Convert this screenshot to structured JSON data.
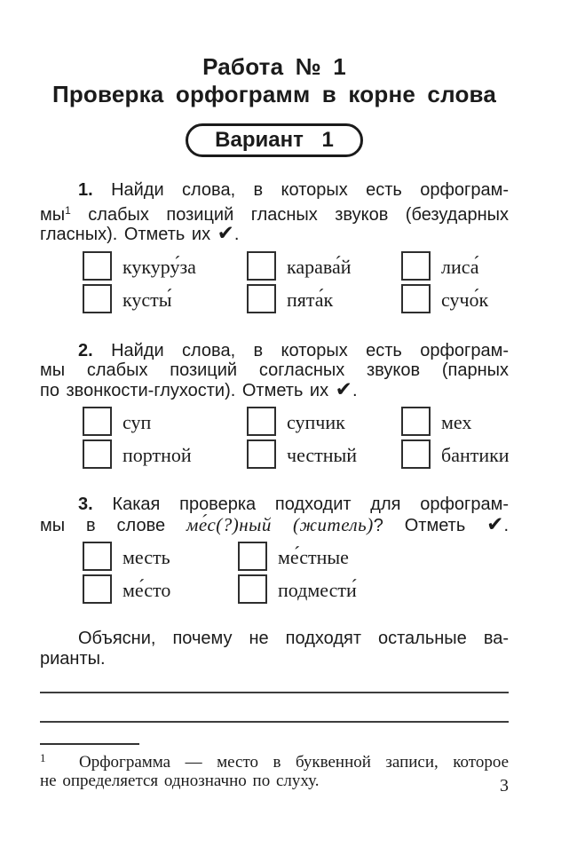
{
  "page": {
    "number": "3"
  },
  "title": {
    "line1": "Работа № 1",
    "line2": "Проверка орфограмм в корне слова"
  },
  "variant": {
    "label": "Вариант 1"
  },
  "tasks": [
    {
      "id": "task-1",
      "para": [
        {
          "cls": "first just",
          "segments": [
            {
              "t": "1.",
              "cls": "b"
            },
            {
              "t": " Найди слова, в которых есть орфограм-",
              "cls": ""
            }
          ]
        },
        {
          "cls": "just",
          "segments": [
            {
              "t": "мы",
              "cls": ""
            },
            {
              "t": "1",
              "cls": "sup"
            },
            {
              "t": " слабых позиций гласных звуков (безударных",
              "cls": ""
            }
          ]
        },
        {
          "cls": "last",
          "segments": [
            {
              "t": "гласных). Отметь их ",
              "cls": ""
            },
            {
              "t": "✔",
              "cls": "check"
            },
            {
              "t": ".",
              "cls": ""
            }
          ]
        }
      ],
      "columns": 3,
      "items": [
        "кукуру́за",
        "карава́й",
        "лиса́",
        "кусты́",
        "пята́к",
        "сучо́к"
      ]
    },
    {
      "id": "task-2",
      "para": [
        {
          "cls": "first just",
          "segments": [
            {
              "t": "2.",
              "cls": "b"
            },
            {
              "t": " Найди слова, в которых есть орфограм-",
              "cls": ""
            }
          ]
        },
        {
          "cls": "just",
          "segments": [
            {
              "t": "мы слабых позиций согласных звуков (парных",
              "cls": ""
            }
          ]
        },
        {
          "cls": "last",
          "segments": [
            {
              "t": "по звонкости-глухости). Отметь их ",
              "cls": ""
            },
            {
              "t": "✔",
              "cls": "check"
            },
            {
              "t": ".",
              "cls": ""
            }
          ]
        }
      ],
      "columns": 3,
      "items": [
        "суп",
        "супчик",
        "мех",
        "портной",
        "честный",
        "бантики"
      ]
    },
    {
      "id": "task-3",
      "para": [
        {
          "cls": "first just",
          "segments": [
            {
              "t": "3.",
              "cls": "b"
            },
            {
              "t": " Какая проверка подходит для орфограм-",
              "cls": ""
            }
          ]
        },
        {
          "cls": "just",
          "segments": [
            {
              "t": "мы в слове ",
              "cls": ""
            },
            {
              "t": "ме́с(?)ный (житель)",
              "cls": "iser"
            },
            {
              "t": "? Отметь ",
              "cls": ""
            },
            {
              "t": "✔",
              "cls": "check"
            },
            {
              "t": ".",
              "cls": ""
            }
          ]
        }
      ],
      "columns": 2,
      "items": [
        "месть",
        "ме́стные",
        "ме́сто",
        "подмести́"
      ]
    }
  ],
  "explain": {
    "para": [
      {
        "cls": "first just",
        "segments": [
          {
            "t": "Объясни, почему не подходят остальные ва-",
            "cls": ""
          }
        ]
      },
      {
        "cls": "last",
        "segments": [
          {
            "t": "рианты.",
            "cls": ""
          }
        ]
      }
    ]
  },
  "answer_area": {
    "line_count": 2
  },
  "footnote": {
    "lines": [
      {
        "cls": "just",
        "segments": [
          {
            "t": "1",
            "cls": "fnmark"
          },
          {
            "t": "Орфограмма — место в буквенной записи, которое",
            "cls": ""
          }
        ]
      },
      {
        "cls": "last",
        "segments": [
          {
            "t": "не определяется однозначно по слуху.",
            "cls": ""
          }
        ]
      }
    ]
  }
}
